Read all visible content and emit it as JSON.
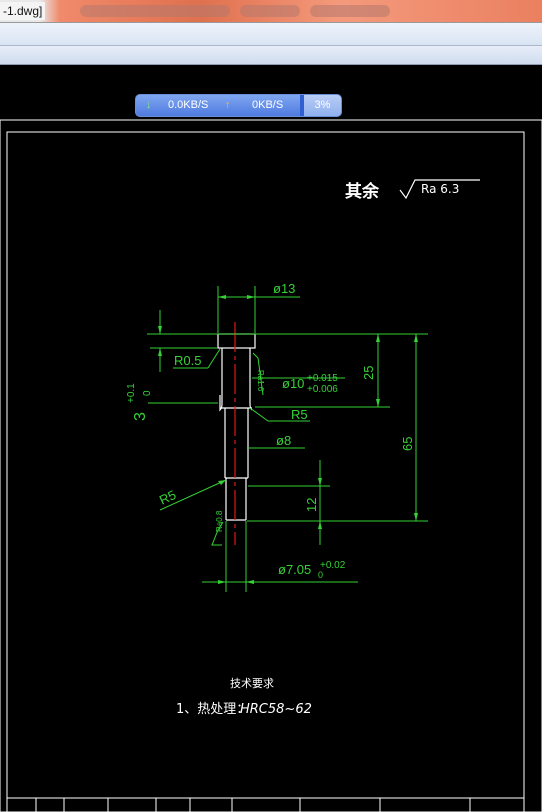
{
  "window": {
    "title": "-1.dwg]"
  },
  "netmeter": {
    "down_icon": "arrow-down-icon",
    "down_speed": "0.0KB/S",
    "up_icon": "arrow-up-icon",
    "up_speed": "0KB/S",
    "percent": "3%"
  },
  "drawing": {
    "roughness_prefix": "其余",
    "roughness_value": "Ra 6.3",
    "dims": {
      "d13": "ø13",
      "r05": "R0.5",
      "ra16": "Ra1.6",
      "d10": "ø10",
      "d10_upper": "+0.015",
      "d10_lower": "+0.006",
      "len25": "25",
      "r5_upper": "R5",
      "d8": "ø8",
      "len65": "65",
      "r5_lower": "R5",
      "len12": "12",
      "ra08": "Ra0.8",
      "d705": "ø7.05",
      "d705_lower": "0",
      "d705_upper": "+0.02",
      "len3": "3",
      "len3_upper": "+0.1",
      "len3_lower": "0"
    },
    "notes_title": "技术要求",
    "notes_item": "1、热处理：",
    "notes_value": "HRC58~62"
  },
  "colors": {
    "canvas": "#000000",
    "dimension": "#35d235",
    "centerline": "#e01818",
    "outline": "#ffffff"
  }
}
